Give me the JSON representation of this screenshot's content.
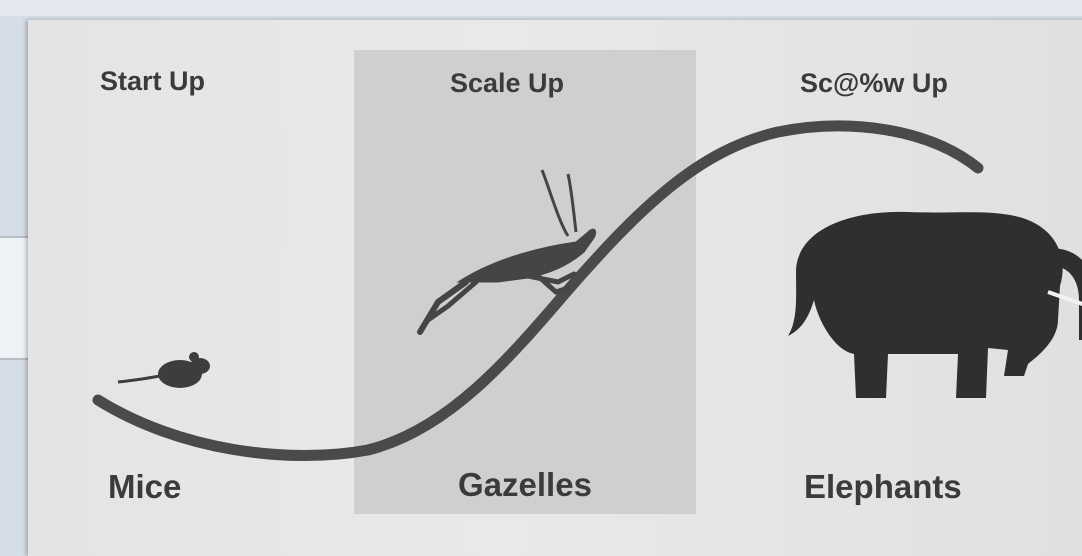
{
  "phases": {
    "start": "Start Up",
    "scale": "Scale Up",
    "screw": "Sc@%w Up"
  },
  "animals": {
    "mice": "Mice",
    "gazelles": "Gazelles",
    "elephants": "Elephants"
  },
  "icons": [
    "mouse-icon",
    "gazelle-icon",
    "elephant-icon"
  ],
  "colors": {
    "paper": "#e6e6e6",
    "highlight_band": "#cfcfcf",
    "ink": "#3b3b3b"
  }
}
